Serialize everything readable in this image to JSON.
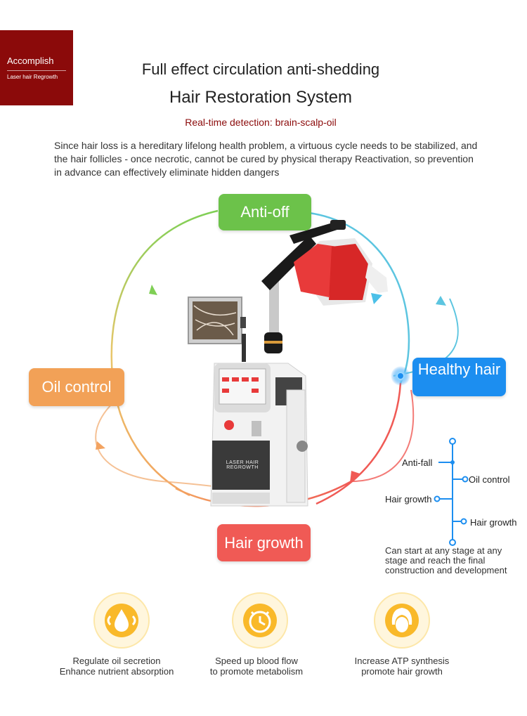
{
  "brand": {
    "name": "Accomplish",
    "tagline": "Laser hair Regrowth"
  },
  "header": {
    "title_line1": "Full effect circulation anti-shedding",
    "title_line2": "Hair Restoration System",
    "subtitle": "Real-time detection: brain-scalp-oil"
  },
  "intro": {
    "text": "Since hair loss is a hereditary lifelong health problem, a virtuous cycle needs to be stabilized, and the hair follicles - once necrotic, cannot be cured by physical therapy Reactivation, so prevention in advance can effectively eliminate hidden dangers"
  },
  "cycle": {
    "top": "Anti-off",
    "left": "Oil control",
    "right": "Healthy hair",
    "bottom": "Hair growth"
  },
  "device": {
    "panel_label": "LASER HAIR REGROWTH"
  },
  "timeline": {
    "items": [
      "Anti-fall",
      "Oil control",
      "Hair growth",
      "Hair growth"
    ],
    "note": "Can start at any stage at any stage and reach the final construction and development"
  },
  "features": [
    {
      "icon": "oil-drop-icon",
      "line1": "Regulate oil secretion",
      "line2": "Enhance nutrient absorption"
    },
    {
      "icon": "clock-icon",
      "line1": "Speed up blood flow",
      "line2": "to promote metabolism"
    },
    {
      "icon": "hair-head-icon",
      "line1": "Increase ATP synthesis",
      "line2": "promote hair growth"
    }
  ],
  "colors": {
    "brand": "#8b0a0a",
    "green": "#6cc24a",
    "orange": "#f2a157",
    "blue": "#1c8ef0",
    "red": "#f05a55",
    "icon_yellow": "#f9b92a"
  }
}
